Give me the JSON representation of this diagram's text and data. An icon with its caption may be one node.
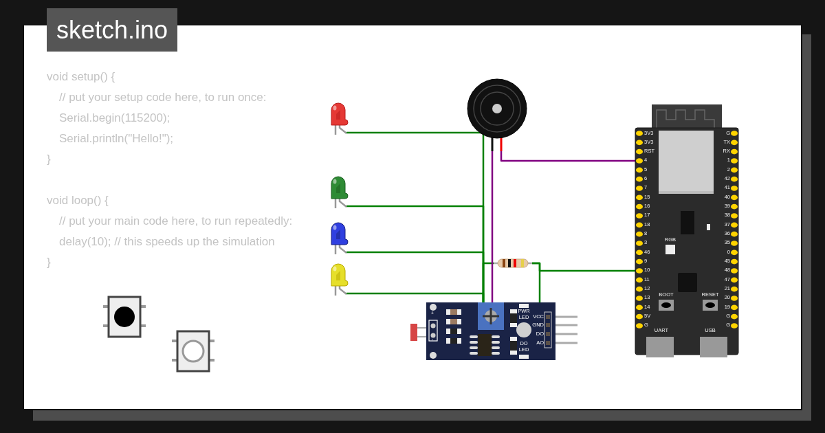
{
  "diagram": {
    "title": "sketch.ino",
    "nodes": [
      {
        "text": [],
        "shape": "picture"
      },
      {
        "text": [],
        "shape": "picture"
      },
      {
        "text": [],
        "shape": "picture"
      },
      {
        "text": [],
        "shape": "picture"
      },
      {
        "text": [],
        "shape": "picture"
      },
      {
        "text": [],
        "shape": "picture"
      },
      {
        "text": [],
        "shape": "picture"
      },
      {
        "text": [],
        "shape": "picture"
      }
    ],
    "edges": [
      {
        "from": 0,
        "to": 6,
        "arrow": "none"
      },
      {
        "from": 1,
        "to": 6,
        "arrow": "none"
      },
      {
        "from": 2,
        "to": 6,
        "arrow": "none"
      },
      {
        "from": 3,
        "to": 6,
        "arrow": "none"
      },
      {
        "from": 5,
        "to": 6,
        "arrow": "none"
      },
      {
        "from": 4,
        "to": 6,
        "arrow": "none",
        "color": "#800080"
      },
      {
        "from": 4,
        "to": 7,
        "arrow": "none",
        "color": "#800080"
      },
      {
        "from": 5,
        "to": 7,
        "arrow": "none"
      },
      {
        "from": 5,
        "to": 6,
        "arrow": "none"
      }
    ],
    "labels": [
      "void setup() {",
      "// put your setup code here, to run once:",
      "Serial.begin(115200);",
      "Serial.println(\"Hello!\");",
      "}",
      "void loop() {",
      "// put your main code here, to run repeatedly:",
      "delay(10); // this speeds up the simulation",
      "}",
      "PWR LED",
      "+",
      "VCC",
      "GND",
      "DO",
      "-",
      "DO LED",
      "AO",
      "3V3",
      "G",
      "3V3",
      "TX",
      "RST",
      "RX",
      "4",
      "1",
      "5",
      "2",
      "6",
      "42",
      "7",
      "41",
      "15",
      "40",
      "16",
      "39",
      "17",
      "38",
      "18",
      "37",
      "8",
      "36",
      "3",
      "35",
      "46",
      "0",
      "9",
      "45",
      "10",
      "48",
      "11",
      "47",
      "12",
      "21",
      "13",
      "20",
      "14",
      "19",
      "5V",
      "G",
      "G",
      "G",
      "RGB",
      "BOOT",
      "RESET",
      "UART",
      "USB"
    ]
  }
}
